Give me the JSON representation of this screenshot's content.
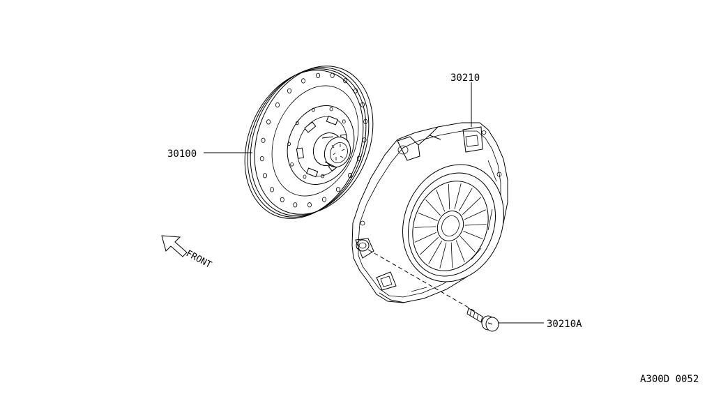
{
  "diagram": {
    "callouts": {
      "clutch_disc": "30100",
      "clutch_cover": "30210",
      "cover_bolt": "30210A"
    },
    "direction_label": "FRONT",
    "figure_code": "A300D 0052"
  }
}
